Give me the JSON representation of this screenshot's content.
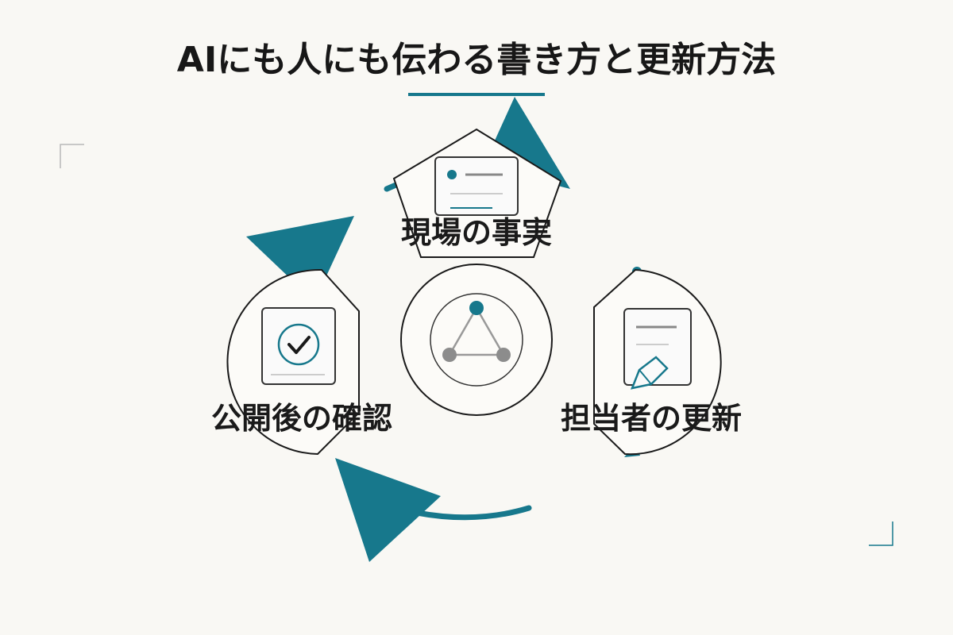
{
  "title": "AIにも人にも伝わる書き方と更新方法",
  "colors": {
    "accent": "#17788c",
    "background": "#f9f8f4",
    "text": "#171717",
    "gray": "#8c8c8c"
  },
  "nodes": [
    {
      "label": "現場の事実",
      "icon": "document-card-icon"
    },
    {
      "label": "担当者の更新",
      "icon": "document-edit-icon"
    },
    {
      "label": "公開後の確認",
      "icon": "checkmark-card-icon"
    }
  ],
  "center": {
    "icon": "network-triangle-icon"
  }
}
